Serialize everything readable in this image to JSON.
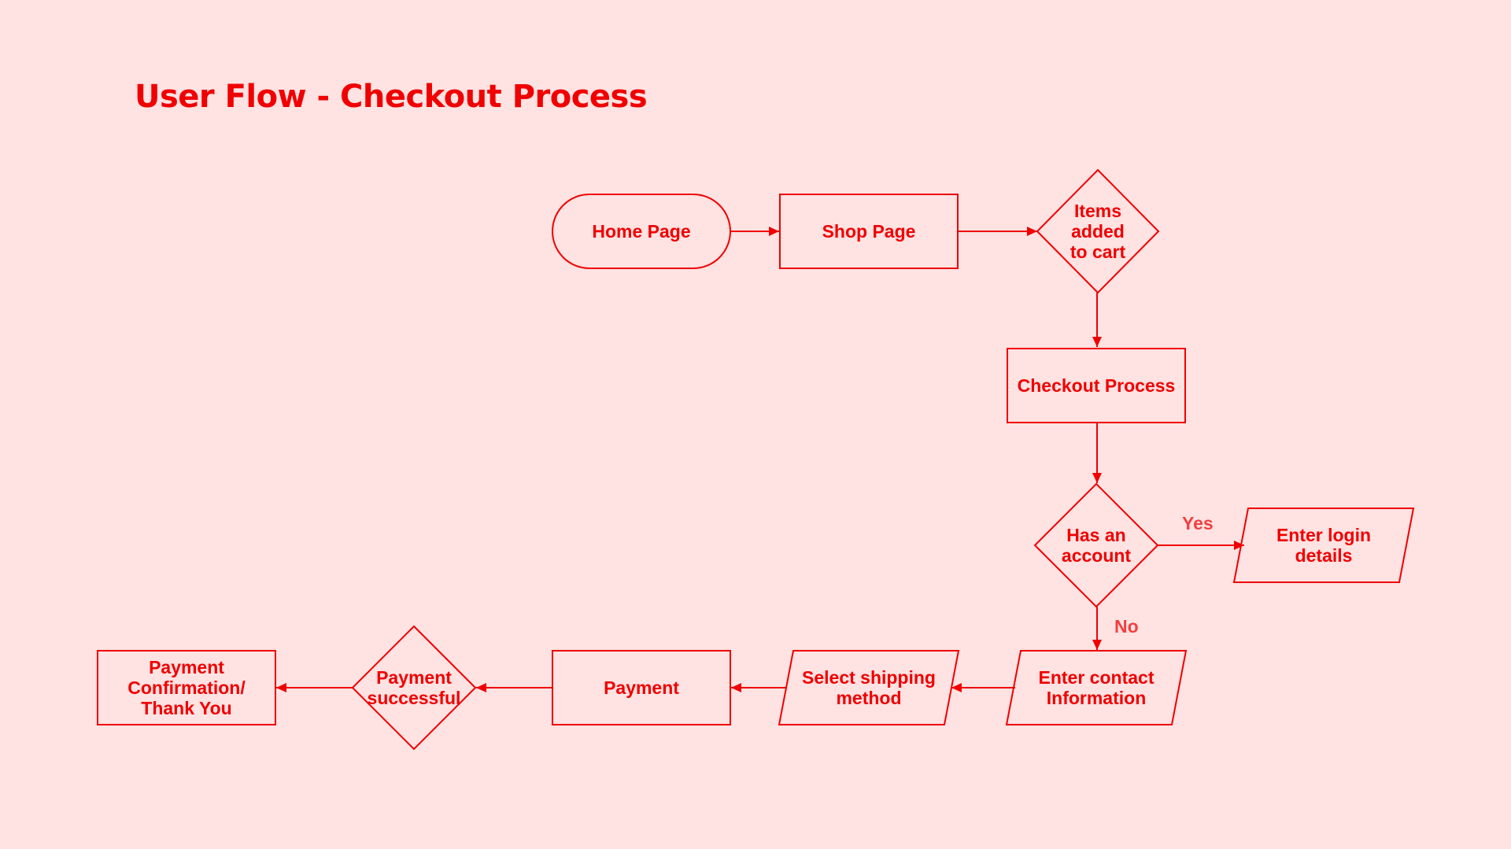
{
  "title": "User Flow - Checkout Process",
  "colors": {
    "background": "#FFE2E2",
    "accent": "#F00000"
  },
  "nodes": {
    "home": {
      "shape": "terminator",
      "lines": [
        "Home Page"
      ]
    },
    "shop": {
      "shape": "process",
      "lines": [
        "Shop Page"
      ]
    },
    "cart": {
      "shape": "decision",
      "lines": [
        "Items",
        "added",
        "to cart"
      ]
    },
    "checkout": {
      "shape": "process",
      "lines": [
        "Checkout Process"
      ]
    },
    "account": {
      "shape": "decision",
      "lines": [
        "Has an",
        "account"
      ]
    },
    "login": {
      "shape": "parallelogram",
      "lines": [
        "Enter login",
        "details"
      ]
    },
    "contact": {
      "shape": "parallelogram",
      "lines": [
        "Enter contact",
        "Information"
      ]
    },
    "shipping": {
      "shape": "parallelogram",
      "lines": [
        "Select shipping",
        "method"
      ]
    },
    "payment": {
      "shape": "process",
      "lines": [
        "Payment"
      ]
    },
    "success": {
      "shape": "decision",
      "lines": [
        "Payment",
        "successful"
      ]
    },
    "confirm": {
      "shape": "process",
      "lines": [
        "Payment",
        "Confirmation/",
        "Thank You"
      ]
    }
  },
  "edges": [
    {
      "from": "home",
      "to": "shop",
      "label": ""
    },
    {
      "from": "shop",
      "to": "cart",
      "label": ""
    },
    {
      "from": "cart",
      "to": "checkout",
      "label": ""
    },
    {
      "from": "checkout",
      "to": "account",
      "label": ""
    },
    {
      "from": "account",
      "to": "login",
      "label": "Yes"
    },
    {
      "from": "account",
      "to": "contact",
      "label": "No"
    },
    {
      "from": "contact",
      "to": "shipping",
      "label": ""
    },
    {
      "from": "shipping",
      "to": "payment",
      "label": ""
    },
    {
      "from": "payment",
      "to": "success",
      "label": ""
    },
    {
      "from": "success",
      "to": "confirm",
      "label": ""
    }
  ]
}
